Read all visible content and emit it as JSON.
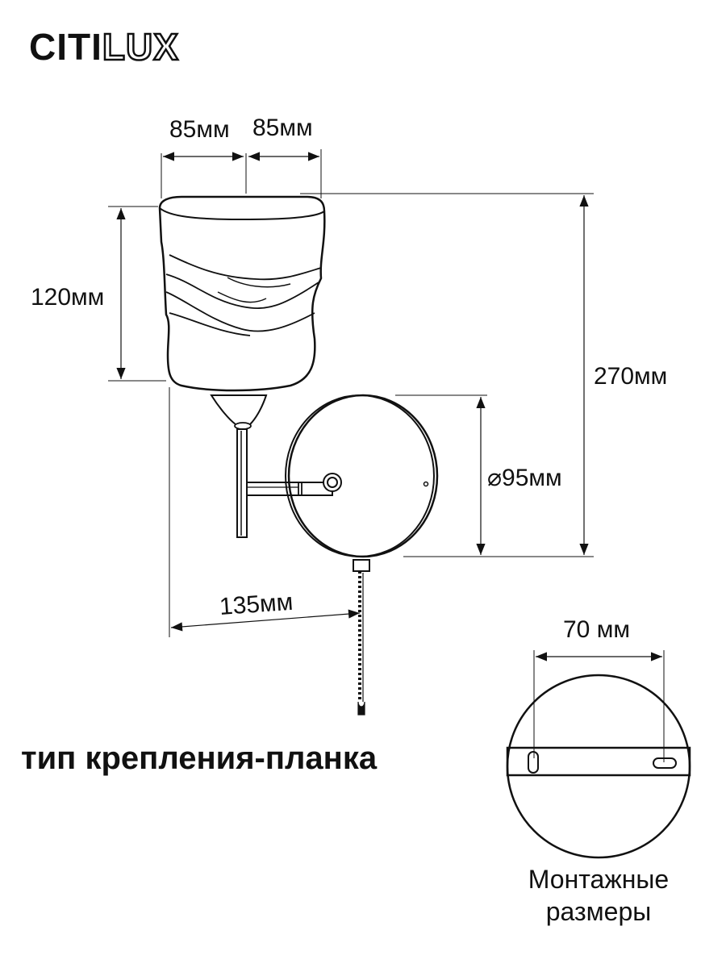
{
  "brand": {
    "logo_part1": "CITI",
    "logo_part2": "LUX"
  },
  "dimensions": {
    "shade_half_width_left": "85мм",
    "shade_half_width_right": "85мм",
    "shade_height": "120мм",
    "total_height": "270мм",
    "base_diameter": "⌀95мм",
    "projection": "135мм"
  },
  "mounting": {
    "type_caption": "тип крепления-планка",
    "hole_spacing": "70 мм",
    "label_line1": "Монтажные",
    "label_line2": "размеры"
  }
}
